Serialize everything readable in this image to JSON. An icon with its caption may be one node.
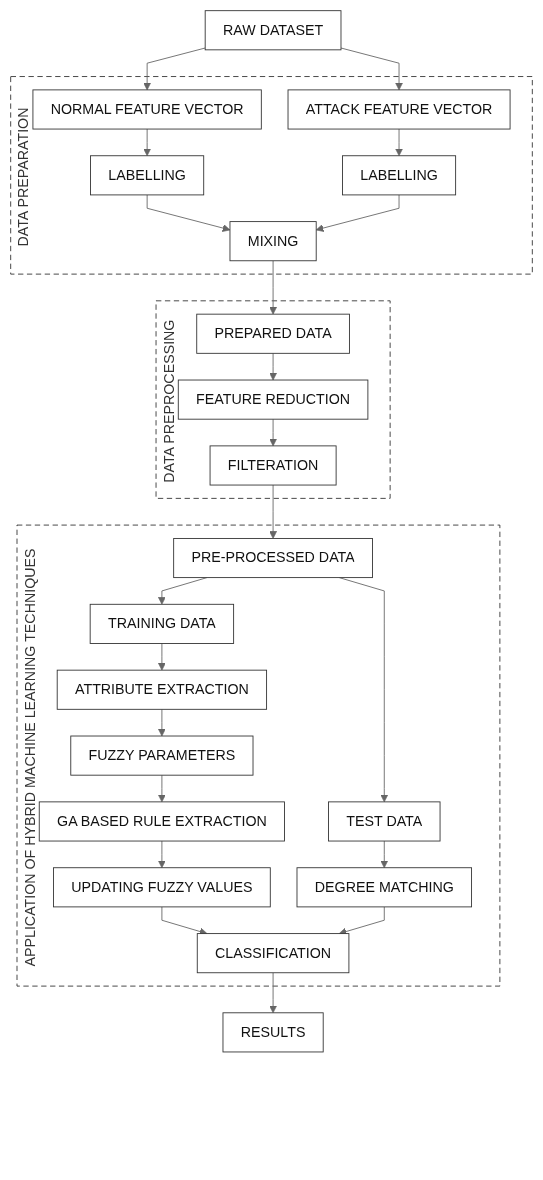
{
  "diagram": {
    "nodes": [
      {
        "text": [
          "RAW DATASET"
        ]
      },
      {
        "text": [
          "DATA PREPARATION"
        ]
      },
      {
        "text": [
          "NORMAL FEATURE VECTOR"
        ],
        "in": 1
      },
      {
        "text": [
          "ATTACK FEATURE VECTOR"
        ],
        "in": 1
      },
      {
        "text": [
          "LABELLING"
        ],
        "in": 1
      },
      {
        "text": [
          "LABELLING"
        ],
        "in": 1
      },
      {
        "text": [
          "MIXING"
        ],
        "in": 1
      },
      {
        "text": [
          "DATA PREPROCESSING"
        ]
      },
      {
        "text": [
          "PREPARED DATA"
        ],
        "in": 7
      },
      {
        "text": [
          "FEATURE REDUCTION"
        ],
        "in": 7
      },
      {
        "text": [
          "FILTERATION"
        ],
        "in": 7
      },
      {
        "text": [
          "APPLICATION OF HYBRID MACHINE LEARNING TECHNIQUES"
        ]
      },
      {
        "text": [
          "PRE-PROCESSED DATA"
        ],
        "in": 11
      },
      {
        "text": [
          "TRAINING DATA"
        ],
        "in": 11
      },
      {
        "text": [
          "TEST DATA"
        ],
        "in": 11
      },
      {
        "text": [
          "ATTRIBUTE EXTRACTION"
        ],
        "in": 11
      },
      {
        "text": [
          "DEGREE MATCHING"
        ],
        "in": 11
      },
      {
        "text": [
          "FUZZY PARAMETERS"
        ],
        "in": 11
      },
      {
        "text": [
          "GA BASED RULE EXTRACTION"
        ],
        "in": 11
      },
      {
        "text": [
          "UPDATING FUZZY VALUES"
        ],
        "in": 11
      },
      {
        "text": [
          "CLASSIFICATION"
        ],
        "in": 11
      },
      {
        "text": [
          "RESULTS"
        ]
      }
    ],
    "edges": [
      {
        "from": 0,
        "to": 2,
        "arrow": "to"
      },
      {
        "from": 0,
        "to": 3,
        "arrow": "to"
      },
      {
        "from": 2,
        "to": 4,
        "arrow": "to"
      },
      {
        "from": 3,
        "to": 5,
        "arrow": "to"
      },
      {
        "from": 4,
        "to": 6,
        "arrow": "to"
      },
      {
        "from": 5,
        "to": 6,
        "arrow": "to"
      },
      {
        "from": 6,
        "to": 8,
        "arrow": "to"
      },
      {
        "from": 8,
        "to": 9,
        "arrow": "to"
      },
      {
        "from": 9,
        "to": 10,
        "arrow": "to"
      },
      {
        "from": 10,
        "to": 12,
        "arrow": "to"
      },
      {
        "from": 12,
        "to": 13,
        "arrow": "to"
      },
      {
        "from": 12,
        "to": 14,
        "arrow": "to"
      },
      {
        "from": 13,
        "to": 15,
        "arrow": "to"
      },
      {
        "from": 14,
        "to": 16,
        "arrow": "to"
      },
      {
        "from": 15,
        "to": 17,
        "arrow": "to"
      },
      {
        "from": 17,
        "to": 18,
        "arrow": "to"
      },
      {
        "from": 18,
        "to": 19,
        "arrow": "to"
      },
      {
        "from": 19,
        "to": 20,
        "arrow": "to"
      },
      {
        "from": 16,
        "to": 20,
        "arrow": "to"
      },
      {
        "from": 20,
        "to": 21,
        "arrow": "to"
      }
    ]
  }
}
